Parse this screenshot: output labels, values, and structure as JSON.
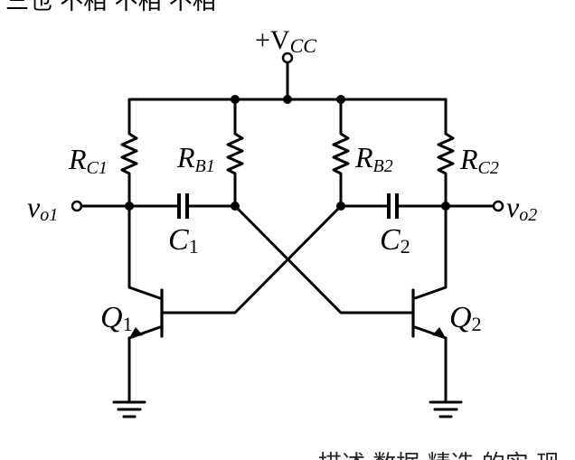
{
  "header": {
    "text": "三也 不相 不相 不相"
  },
  "footer": {
    "text": "描述 数据 精选 的实 现"
  },
  "labels": {
    "vcc": {
      "main": "+V",
      "sub": "CC"
    },
    "rc1": {
      "main": "R",
      "sub": "C1"
    },
    "rb1": {
      "main": "R",
      "sub": "B1"
    },
    "rb2": {
      "main": "R",
      "sub": "B2"
    },
    "rc2": {
      "main": "R",
      "sub": "C2"
    },
    "c1": {
      "main": "C",
      "sub": "1"
    },
    "c2": {
      "main": "C",
      "sub": "2"
    },
    "q1": {
      "main": "Q",
      "sub": "1"
    },
    "q2": {
      "main": "Q",
      "sub": "2"
    },
    "vo1": {
      "main": "v",
      "sub": "o1"
    },
    "vo2": {
      "main": "v",
      "sub": "o2"
    }
  }
}
